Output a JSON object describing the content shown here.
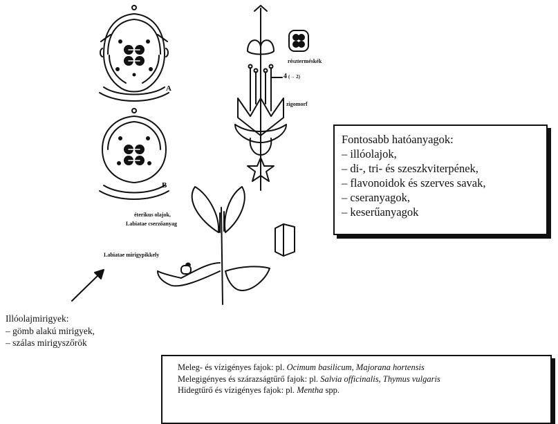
{
  "diagram": {
    "labels": {
      "fig_a": "A",
      "fig_b": "B",
      "mericarps": "részterméskék",
      "stamens": "4",
      "stamens_note": "(→ 2)",
      "zygomorphic": "zigomorf",
      "essential_oils_1": "éterikus olajok,",
      "essential_oils_2": "Labiatae cserzőanyag",
      "glandular_scale": "Labiatae mirigypikkely"
    }
  },
  "compounds_box": {
    "title": "Fontosabb hatóanyagok:",
    "items": [
      "– illóolajok,",
      "– di-, tri- és szeszkviterpének,",
      "– flavonoidok és szerves savak,",
      "– cseranyagok,",
      "– keserűanyagok"
    ]
  },
  "glands_note": {
    "title": "Illóolajmirigyek:",
    "items": [
      "– gömb alakú mirigyek,",
      "– szálas mirigyszőrök"
    ]
  },
  "species_box": {
    "rows": [
      {
        "prefix": "Meleg- és vízigényes fajok: pl. ",
        "species": "Ocimum basilicum, Majorana hortensis",
        "suffix": ""
      },
      {
        "prefix": "Melegigényes és szárazságtűrő fajok: pl. ",
        "species": "Salvia officinalis, Thymus vulgaris",
        "suffix": ""
      },
      {
        "prefix": "Hidegtűrő és vízigényes fajok: pl. ",
        "species": "Mentha",
        "suffix": " spp."
      }
    ]
  }
}
